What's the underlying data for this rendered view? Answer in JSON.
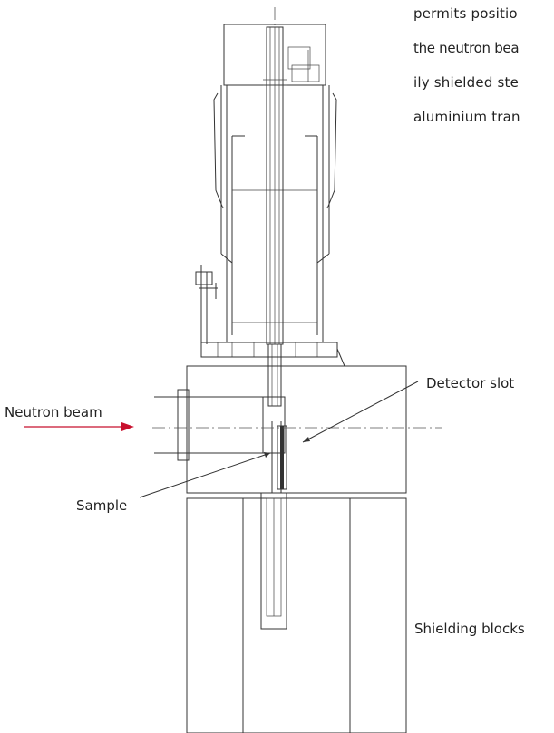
{
  "text_block": {
    "lines": [
      "permits positio",
      "the neutron bea",
      "ily shielded ste",
      "aluminium tran"
    ]
  },
  "labels": {
    "detector_slot": "Detector slot",
    "neutron_beam": "Neutron beam",
    "sample": "Sample",
    "shielding_blocks": "Shielding blocks"
  },
  "colors": {
    "beam_arrow": "#c8102e",
    "line": "#333333"
  }
}
